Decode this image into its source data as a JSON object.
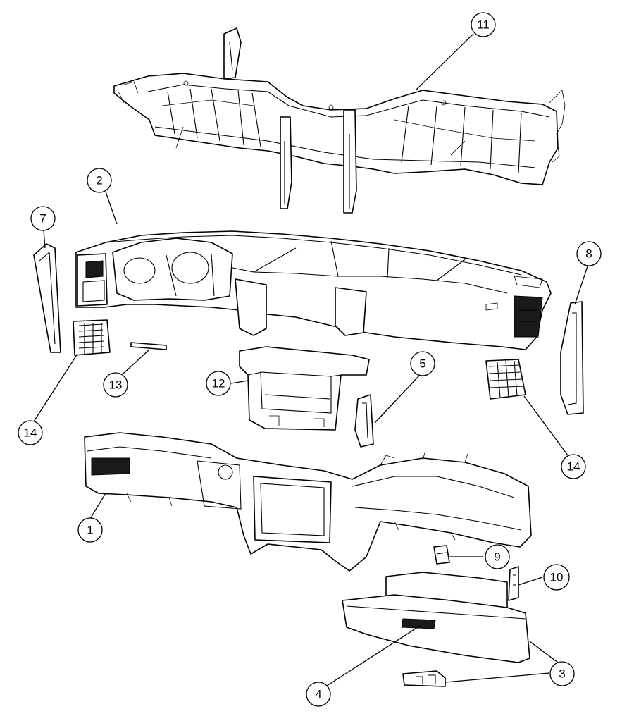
{
  "callouts": [
    {
      "id": "c1",
      "label": "1"
    },
    {
      "id": "c2",
      "label": "2"
    },
    {
      "id": "c3",
      "label": "3"
    },
    {
      "id": "c4",
      "label": "4"
    },
    {
      "id": "c5",
      "label": "5"
    },
    {
      "id": "c7",
      "label": "7"
    },
    {
      "id": "c8",
      "label": "8"
    },
    {
      "id": "c9",
      "label": "9"
    },
    {
      "id": "c10",
      "label": "10"
    },
    {
      "id": "c11",
      "label": "11"
    },
    {
      "id": "c12",
      "label": "12"
    },
    {
      "id": "c13",
      "label": "13"
    },
    {
      "id": "c14a",
      "label": "14"
    },
    {
      "id": "c14b",
      "label": "14"
    }
  ]
}
